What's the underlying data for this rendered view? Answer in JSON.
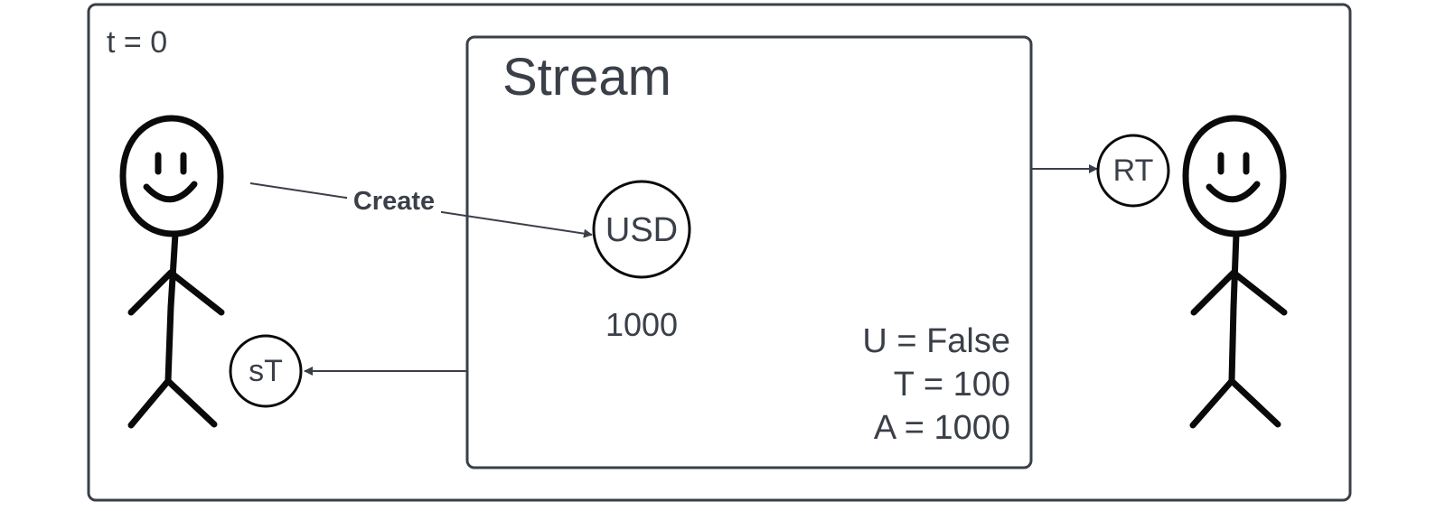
{
  "frame": {
    "time_label": "t = 0"
  },
  "stream": {
    "title": "Stream",
    "token": "USD",
    "amount": "1000",
    "state": {
      "u": "U = False",
      "t": "T = 100",
      "a": "A = 1000"
    }
  },
  "edges": {
    "create": "Create"
  },
  "tokens": {
    "sender_token": "sT",
    "receiver_token": "RT"
  },
  "colors": {
    "stroke": "#3a3f48",
    "actor": "#0a0a0a",
    "background": "#ffffff"
  },
  "icons": {
    "sender": "stick-figure-icon",
    "receiver": "stick-figure-icon"
  }
}
